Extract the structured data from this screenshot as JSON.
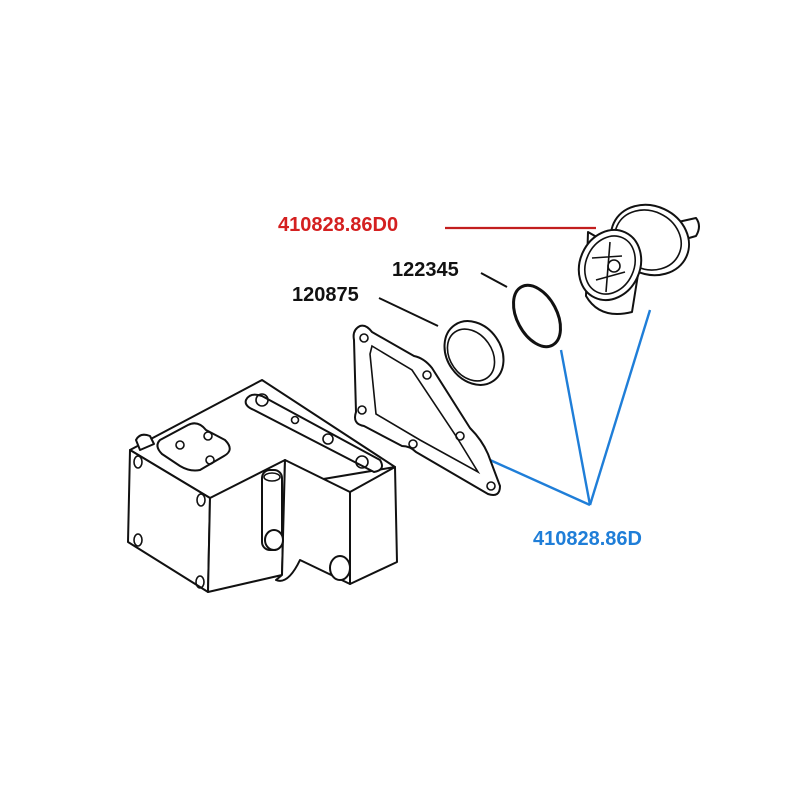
{
  "colors": {
    "red_label": "#d42020",
    "blue_label": "#1f7ed8",
    "black_label": "#111111"
  },
  "labels": {
    "thermostat": "410828.86D0",
    "o_ring": "122345",
    "seal_ring": "120875",
    "kit": "410828.86D"
  }
}
